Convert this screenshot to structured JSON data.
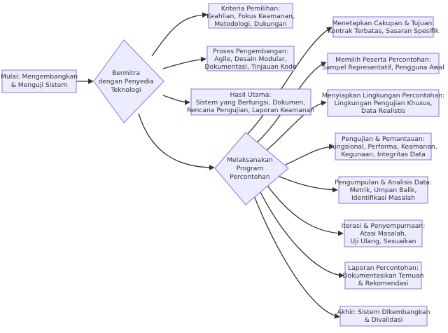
{
  "diagram": {
    "start": [
      "Mulai: Mengembangkan",
      "& Menguji Sistem"
    ],
    "partner": [
      "Bermitra",
      "dengan Penyedia",
      "Teknologi"
    ],
    "criteria": [
      "Kriteria Pemilihan:",
      "Keahlian, Fokus Keamanan,",
      "Metodologi, Dukungan"
    ],
    "dev_process": [
      "Proses Pengembangan:",
      "Agile, Desain Modular,",
      "Dokumentasi, Tinjauan Kode"
    ],
    "outcome": [
      "Hasil Utama:",
      "Sistem yang Berfungsi, Dokumen,",
      "Rencana Pengujian, Laporan Keamanan"
    ],
    "pilot": [
      "Melaksanakan",
      "Program",
      "Percontohan"
    ],
    "scope": [
      "Menetapkan Cakupan & Tujuan:",
      "Kontrak Terbatas, Sasaran Spesifik"
    ],
    "participants": [
      "Memilih Peserta Percontohan:",
      "Sampel Representatif, Pengguna Awal"
    ],
    "environment": [
      "Menyiapkan Lingkungan Percontohan:",
      "Lingkungan Pengujian Khusus,",
      "Data Realistis"
    ],
    "monitoring": [
      "Pengujian & Pemantauan:",
      "Fungsional, Performa, Keamanan,",
      "Kegunaan, Integritas Data"
    ],
    "analysis": [
      "Pengumpulan & Analisis Data:",
      "Metrik, Umpan Balik,",
      "Identifikasi Masalah"
    ],
    "iteration": [
      "Iterasi & Penyempurnaan:",
      "Atasi Masalah,",
      "Uji Ulang, Sesuaikan"
    ],
    "report": [
      "Laporan Percontohan:",
      "Dokumentasikan Temuan",
      "& Rekomendasi"
    ],
    "end": [
      "Akhir: Sistem Dikembangkan",
      "& Divalidasi"
    ]
  }
}
